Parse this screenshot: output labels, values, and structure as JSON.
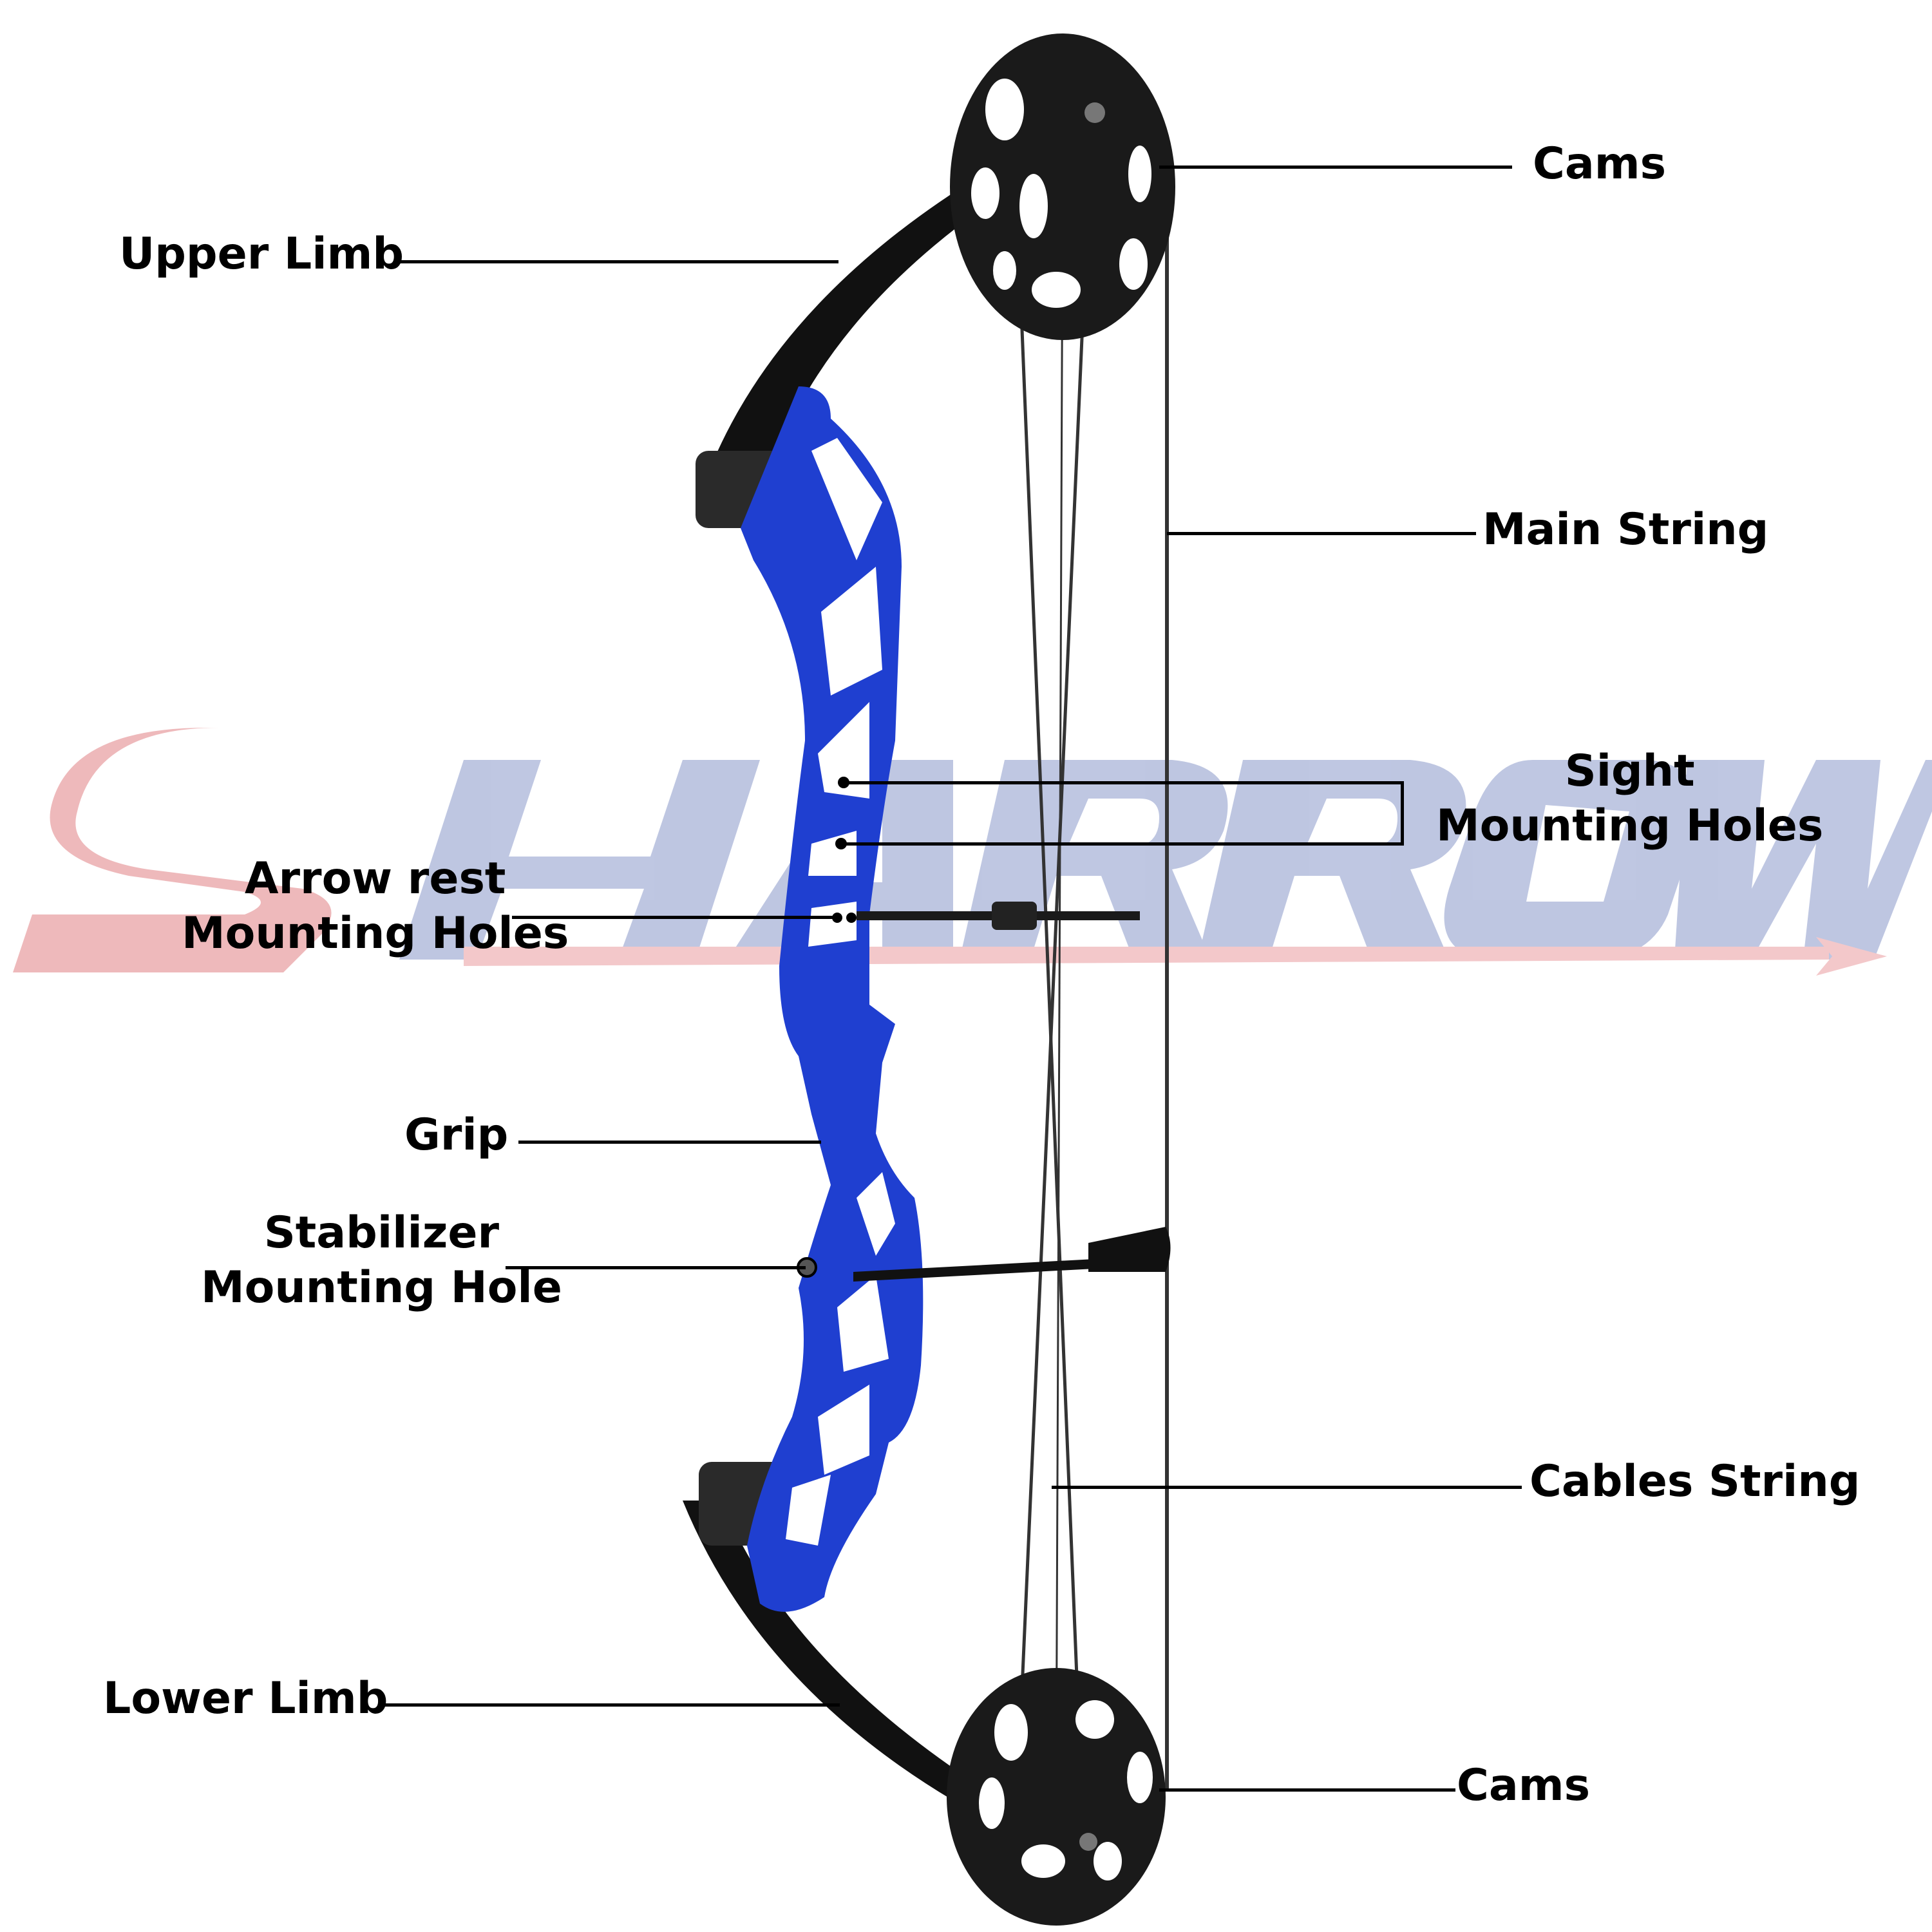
{
  "watermark": {
    "text": "SHARROW",
    "colors": {
      "s": "#e8a1a4",
      "rest": "#a9b4d8",
      "arrow": "#f0b6b9"
    }
  },
  "bow": {
    "riser_color": "#1f3fd0",
    "limb_color": "#111111",
    "string_color": "#333333"
  },
  "labels": {
    "upper_limb": "Upper Limb",
    "cams_top": "Cams",
    "main_string": "Main String",
    "sight_line1": "Sight",
    "sight_line2": "Mounting Holes",
    "arrow_rest_line1": "Arrow rest",
    "arrow_rest_line2": "Mounting Holes",
    "grip": "Grip",
    "stabilizer_line1": "Stabilizer",
    "stabilizer_line2": "Mounting Hole",
    "cables_string": "Cables String",
    "lower_limb": "Lower Limb",
    "cams_bottom": "Cams"
  }
}
